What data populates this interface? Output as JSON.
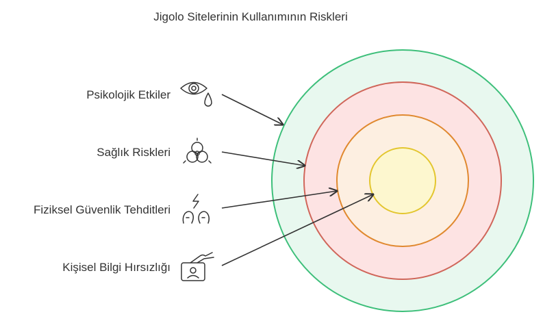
{
  "title": "Jigolo Sitelerinin Kullanımının Riskleri",
  "colors": {
    "text": "#333333",
    "arrow": "#333333",
    "ring_outer_fill": "#e8f8ef",
    "ring_outer_stroke": "#3dbf7a",
    "ring_second_fill": "#fde3e3",
    "ring_second_stroke": "#d0665a",
    "ring_third_fill": "#fdefe1",
    "ring_third_stroke": "#e0892f",
    "ring_core_fill": "#fdf7cf",
    "ring_core_stroke": "#e3c62e"
  },
  "items": [
    {
      "label": "Psikolojik Etkiler",
      "icon": "eye-tear-icon"
    },
    {
      "label": "Sağlık Riskleri",
      "icon": "biohazard-icon"
    },
    {
      "label": "Fiziksel Güvenlik Tehditleri",
      "icon": "people-lightning-icon"
    },
    {
      "label": "Kişisel Bilgi Hırsızlığı",
      "icon": "id-card-hand-icon"
    }
  ]
}
